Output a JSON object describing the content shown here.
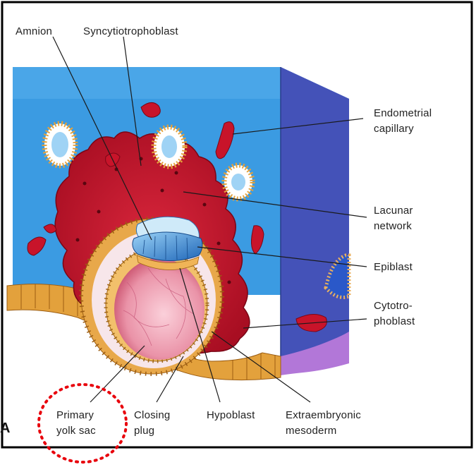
{
  "diagram": {
    "panel_letter": "A",
    "labels": {
      "amnion": "Amnion",
      "syncytiotrophoblast": "Syncytiotrophoblast",
      "endometrial_capillary": [
        "Endometrial",
        "capillary"
      ],
      "lacunar_network": [
        "Lacunar",
        "network"
      ],
      "epiblast": "Epiblast",
      "cytotrophoblast": [
        "Cytotro-",
        "phoblast"
      ],
      "primary_yolk_sac": [
        "Primary",
        "yolk sac"
      ],
      "closing_plug": [
        "Closing",
        "plug"
      ],
      "hypoblast": "Hypoblast",
      "extraembryonic_mesoderm": [
        "Extraembryonic",
        "mesoderm"
      ]
    },
    "highlight": {
      "target": "primary_yolk_sac",
      "style": "dotted-circle",
      "color": "#e8000b"
    },
    "colors": {
      "frame": "#000000",
      "tissue_blue": "#3d9ee6",
      "tissue_side": "#4452b8",
      "syncytio_red": "#c4142b",
      "yolk_sac_pink": "#f0a3b4",
      "epiblast_blue": "#2d7fd1",
      "epithelium_orange": "#e3a13c"
    }
  }
}
